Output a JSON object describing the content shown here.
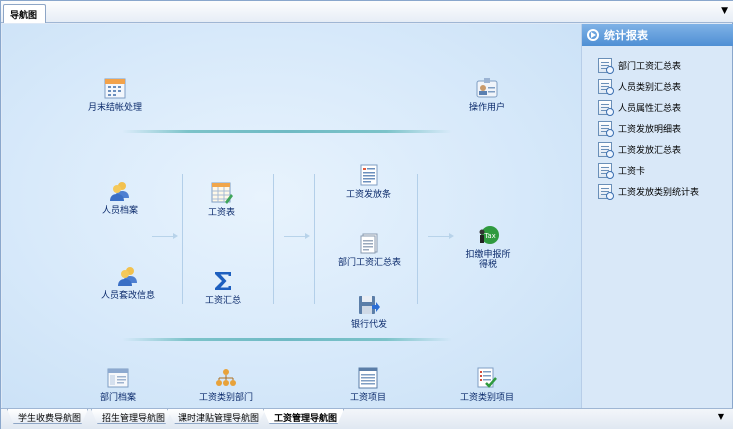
{
  "top_tab": {
    "label": "导航图"
  },
  "panel": {
    "title": "统计报表",
    "reports": [
      "部门工资汇总表",
      "人员类别汇总表",
      "人员属性汇总表",
      "工资发放明细表",
      "工资发放汇总表",
      "工资卡",
      "工资发放类别统计表"
    ]
  },
  "nodes": {
    "month_end": "月末结帐处理",
    "operator": "操作用户",
    "personnel_file": "人员档案",
    "personnel_change": "人员套改信息",
    "salary_table": "工资表",
    "salary_summary": "工资汇总",
    "pay_slip": "工资发放条",
    "dept_summary": "部门工资汇总表",
    "bank_payment": "银行代发",
    "tax": "扣缴申报所得税",
    "dept_file": "部门档案",
    "salary_category_dept": "工资类别部门",
    "salary_item": "工资项目",
    "salary_category_item": "工资类别项目"
  },
  "bottom_tabs": [
    "学生收费导航图",
    "招生管理导航图",
    "课时津贴管理导航图",
    "工资管理导航图"
  ],
  "active_bottom_tab": "工资管理导航图",
  "colors": {
    "panel_header": "#4f8fd4",
    "canvas": "#d7e9fa",
    "separator": "#6fbac4"
  }
}
